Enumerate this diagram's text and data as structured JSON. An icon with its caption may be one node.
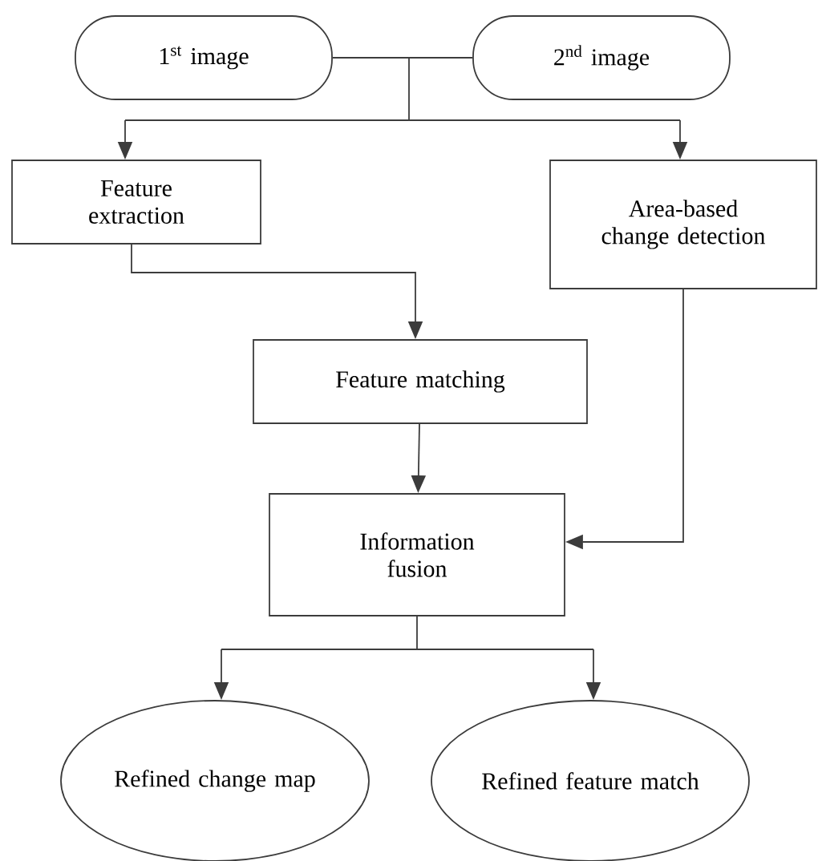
{
  "diagram": {
    "nodes": [
      {
        "text": [
          "1$^{st}$ image"
        ]
      },
      {
        "text": [
          "2$^{nd}$ image"
        ]
      },
      {
        "text": [
          "Feature extraction"
        ]
      },
      {
        "text": [
          "Area-based change detection"
        ]
      },
      {
        "text": [
          "Feature matching"
        ]
      },
      {
        "text": [
          "Information fusion"
        ]
      },
      {
        "text": [
          "Refined change map"
        ]
      },
      {
        "text": [
          "Refined feature match"
        ]
      }
    ],
    "edges": [
      {
        "from": 0,
        "to": 2,
        "arrow": "to"
      },
      {
        "from": 0,
        "to": 3,
        "arrow": "to"
      },
      {
        "from": 1,
        "to": 2,
        "arrow": "to"
      },
      {
        "from": 1,
        "to": 3,
        "arrow": "to"
      },
      {
        "from": 2,
        "to": 4,
        "arrow": "to"
      },
      {
        "from": 4,
        "to": 5,
        "arrow": "to"
      },
      {
        "from": 3,
        "to": 5,
        "arrow": "to"
      },
      {
        "from": 5,
        "to": 6,
        "arrow": "to"
      },
      {
        "from": 5,
        "to": 7,
        "arrow": "to"
      }
    ]
  }
}
